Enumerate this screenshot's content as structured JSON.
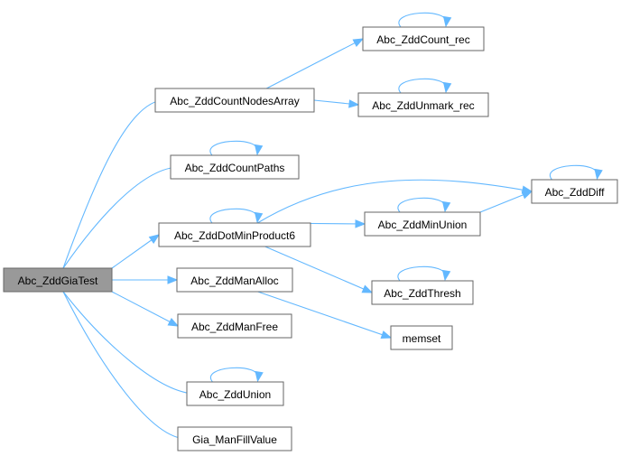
{
  "graph": {
    "type": "call-graph",
    "edge_color": "#63b8ff",
    "root_fill": "#999999",
    "nodes": {
      "giatest": "Abc_ZddGiaTest",
      "countnodesarray": "Abc_ZddCountNodesArray",
      "count_rec": "Abc_ZddCount_rec",
      "unmark_rec": "Abc_ZddUnmark_rec",
      "countpaths": "Abc_ZddCountPaths",
      "dotminproduct6": "Abc_ZddDotMinProduct6",
      "diff": "Abc_ZddDiff",
      "minunion": "Abc_ZddMinUnion",
      "thresh": "Abc_ZddThresh",
      "manalloc": "Abc_ZddManAlloc",
      "memset": "memset",
      "manfree": "Abc_ZddManFree",
      "union": "Abc_ZddUnion",
      "manfillvalue": "Gia_ManFillValue"
    },
    "edges": [
      [
        "giatest",
        "countnodesarray"
      ],
      [
        "giatest",
        "countpaths"
      ],
      [
        "giatest",
        "dotminproduct6"
      ],
      [
        "giatest",
        "manalloc"
      ],
      [
        "giatest",
        "manfree"
      ],
      [
        "giatest",
        "union"
      ],
      [
        "giatest",
        "manfillvalue"
      ],
      [
        "countnodesarray",
        "count_rec"
      ],
      [
        "countnodesarray",
        "unmark_rec"
      ],
      [
        "count_rec",
        "count_rec"
      ],
      [
        "unmark_rec",
        "unmark_rec"
      ],
      [
        "countpaths",
        "countpaths"
      ],
      [
        "dotminproduct6",
        "dotminproduct6"
      ],
      [
        "dotminproduct6",
        "diff"
      ],
      [
        "dotminproduct6",
        "minunion"
      ],
      [
        "dotminproduct6",
        "thresh"
      ],
      [
        "minunion",
        "minunion"
      ],
      [
        "minunion",
        "diff"
      ],
      [
        "diff",
        "diff"
      ],
      [
        "thresh",
        "thresh"
      ],
      [
        "manalloc",
        "memset"
      ],
      [
        "union",
        "union"
      ]
    ]
  }
}
